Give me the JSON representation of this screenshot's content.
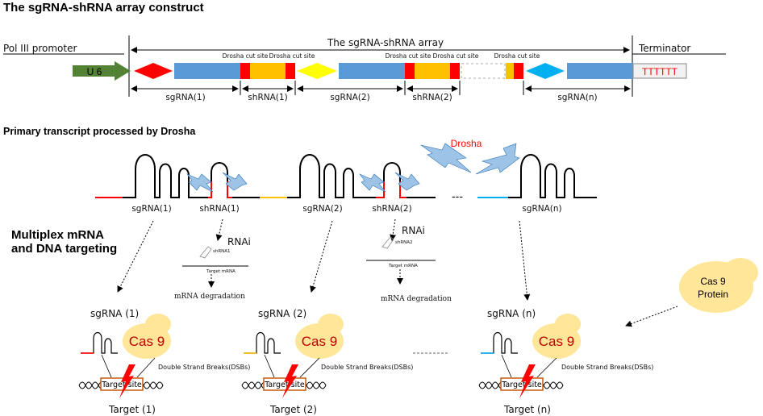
{
  "headings": {
    "construct": "The sgRNA-shRNA array construct",
    "primary": "Primary transcript processed by Drosha",
    "multiplex_line1": "Multiplex mRNA",
    "multiplex_line2": "and DNA targeting"
  },
  "construct": {
    "pol3_promoter": "Pol III promoter",
    "array_label": "The sgRNA-shRNA array",
    "terminator": "Terminator",
    "u6": "U 6",
    "terminator_seq": "TTTTTT",
    "drosha_cut": "Drosha cut site",
    "segments": [
      "sgRNA(1)",
      "shRNA(1)",
      "sgRNA(2)",
      "shRNA(2)",
      "sgRNA(n)"
    ]
  },
  "transcript": {
    "drosha": "Drosha",
    "labels": [
      "sgRNA(1)",
      "shRNA(1)",
      "sgRNA(2)",
      "shRNA(2)",
      "sgRNA(n)"
    ],
    "ellipsis": "---"
  },
  "rnai": {
    "label": "RNAi",
    "shrna1": "shRNA1",
    "shrna2": "shRNA2",
    "target_mrna": "Target mRNA",
    "degradation": "mRNA degradation"
  },
  "cas9": {
    "label": "Cas 9",
    "protein_line1": "Cas 9",
    "protein_line2": "Protein"
  },
  "targets": {
    "sg_labels": [
      "sgRNA (1)",
      "sgRNA (2)",
      "sgRNA (n)"
    ],
    "target_site": "Target site",
    "dsb": "Double Strand Breaks(DSBs)",
    "target_labels": [
      "Target (1)",
      "Target (2)",
      "Target (n)"
    ]
  },
  "colors": {
    "red": "#ff0000",
    "blue": "#5b9bd5",
    "orange": "#ffc000",
    "yellow": "#ffff00",
    "cyan": "#00b0f0",
    "green": "#548235",
    "cas_fill": "#ffe699",
    "bolt": "#9dc3e6"
  }
}
